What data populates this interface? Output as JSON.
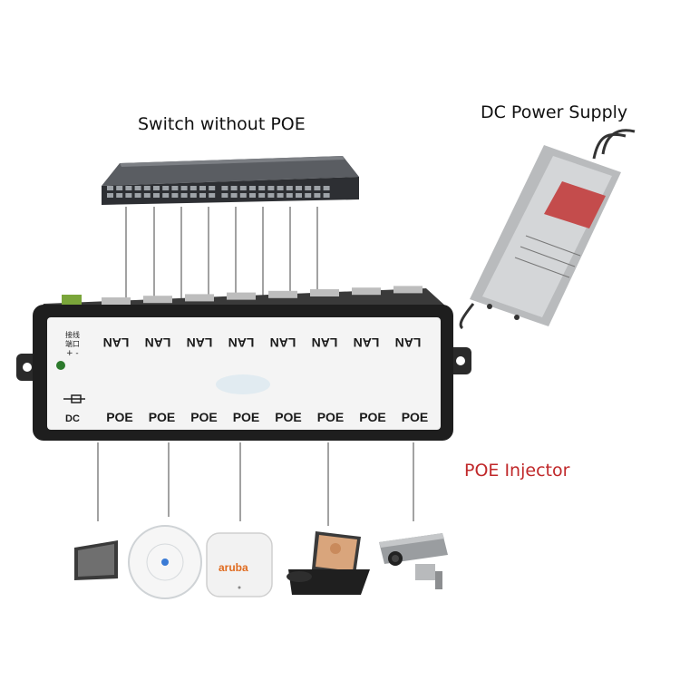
{
  "labels": {
    "switch": "Switch without POE",
    "psu": "DC Power Supply",
    "injector": "POE Injector"
  },
  "injector": {
    "lan_label": "LAN",
    "poe_label": "POE",
    "dc_label": "DC",
    "terminal_label": "接线\n端口\n+ -",
    "lan_count": 8,
    "poe_count": 8,
    "body_color": "#f4f4f4",
    "frame_color": "#1e1e1e"
  },
  "devices": [
    {
      "name": "monitor",
      "icon": "monitor-icon"
    },
    {
      "name": "ceiling-access-point",
      "icon": "ceiling-ap-icon"
    },
    {
      "name": "aruba-access-point",
      "icon": "aruba-ap-icon",
      "brand": "aruba"
    },
    {
      "name": "video-phone",
      "icon": "video-phone-icon"
    },
    {
      "name": "ip-camera",
      "icon": "camera-icon"
    }
  ]
}
